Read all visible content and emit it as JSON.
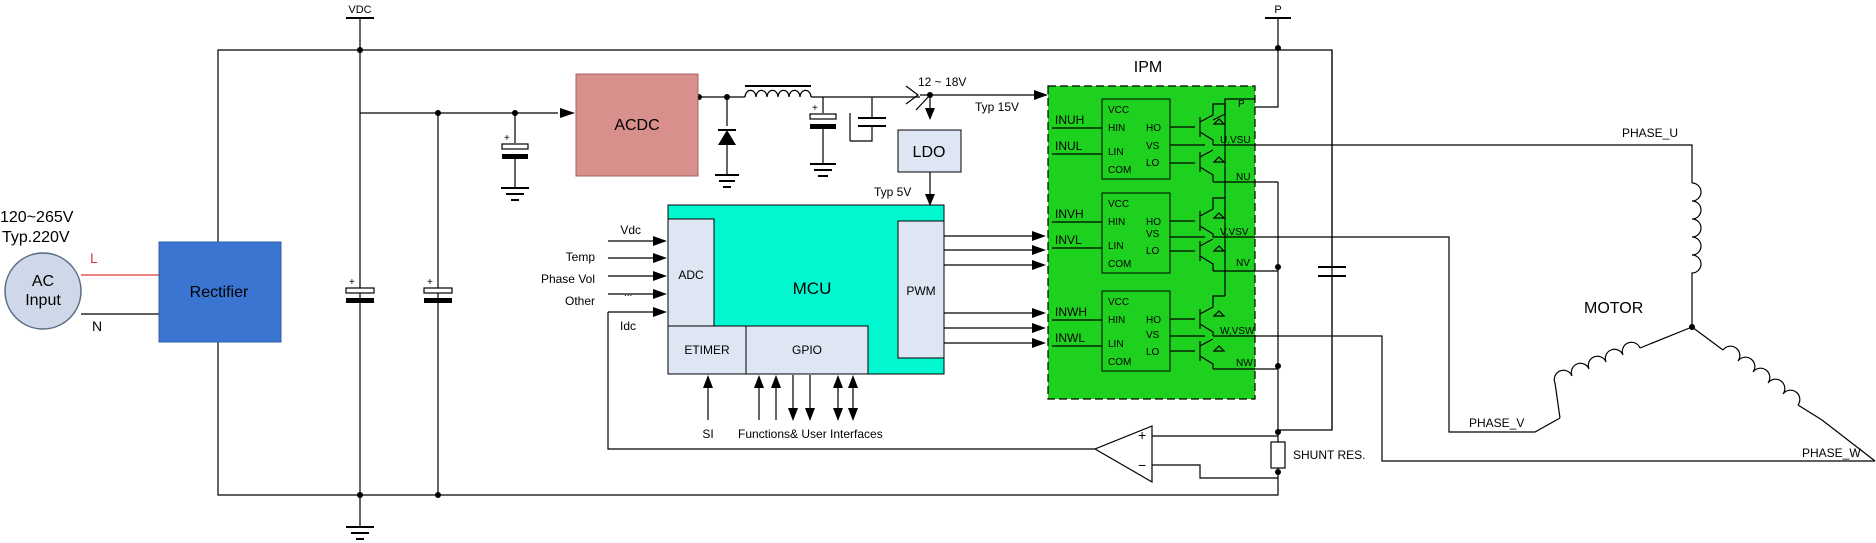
{
  "colors": {
    "rectifier_fill": "#3a75d1",
    "acdc_fill": "#d9908c",
    "mcu_fill": "#00f7cf",
    "ipm_fill": "#1fd11f",
    "block_fill": "#dde6f2",
    "ac_input_fill": "#cfd8e8",
    "red_wire": "#e53935"
  },
  "labels": {
    "vdc_top": "VDC",
    "p_top": "P",
    "ac_voltage_line1": "120~265V",
    "ac_voltage_line2": "Typ.220V",
    "ac_input_line1": "AC",
    "ac_input_line2": "Input",
    "line_L": "L",
    "line_N": "N",
    "rectifier": "Rectifier",
    "acdc": "ACDC",
    "volt_range": "12 ~ 18V",
    "typ15": "Typ 15V",
    "ldo": "LDO",
    "typ5": "Typ 5V",
    "ipm": "IPM",
    "mcu": "MCU",
    "adc": "ADC",
    "pwm": "PWM",
    "etimer": "ETIMER",
    "gpio": "GPIO",
    "si": "SI",
    "functions": "Functions&  User Interfaces",
    "shunt": "SHUNT RES.",
    "motor": "MOTOR",
    "phase_u": "PHASE_U",
    "phase_v": "PHASE_V",
    "phase_w": "PHASE_W",
    "idc": "Idc",
    "ellipsis": "..."
  },
  "adc_inputs": [
    "Vdc",
    "Temp",
    "Phase Vol",
    "Other"
  ],
  "ipm_inputs": [
    "INUH",
    "INUL",
    "INVH",
    "INVL",
    "INWH",
    "INWL"
  ],
  "driver_pins_left": [
    "VCC",
    "HIN",
    "LIN",
    "COM"
  ],
  "driver_pins_right": [
    "HO",
    "VS",
    "LO"
  ],
  "ipm_outputs": {
    "p": "P",
    "u": "U,VSU",
    "nu": "NU",
    "v": "V,VSV",
    "nv": "NV",
    "w": "W,VSW",
    "nw": "NW"
  },
  "opamp_signs": {
    "plus": "+",
    "minus": "−"
  },
  "cap_polarity": "+"
}
